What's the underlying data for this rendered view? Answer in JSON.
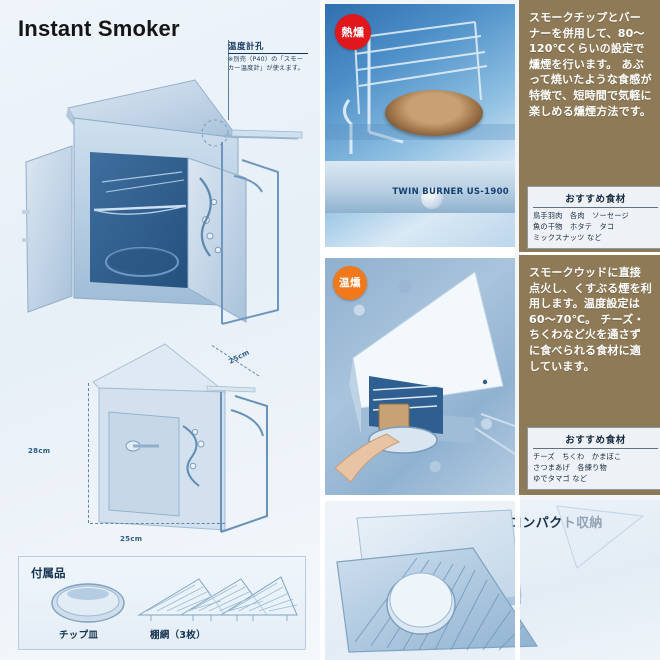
{
  "page": {
    "title": "Instant Smoker",
    "bg_color": "#f2f6fa"
  },
  "callout": {
    "name": "温度計孔",
    "note": "※別売（P40）の「スモーカー温度計」が使えます。"
  },
  "dimensions": {
    "depth": "25cm",
    "height": "28cm",
    "width": "25cm"
  },
  "accessories": {
    "title": "付属品",
    "items": [
      {
        "label": "チップ皿"
      },
      {
        "label": "棚網（3枚）"
      }
    ]
  },
  "panels": [
    {
      "badge": "熱燻",
      "badge_color": "#e0181d",
      "photo_caption": "TWIN BURNER US-1900",
      "text": "スモークチップとバーナーを併用して、80〜120℃くらいの設定で燻煙を行います。\nあぶって焼いたような食感が特徴で、短時間で気軽に楽しめる燻煙方法です。",
      "recommend": {
        "title": "おすすめ食材",
        "rows": [
          "鳥手羽肉　各肉　ソーセージ",
          "魚の干物　ホタテ　タコ",
          "ミックスナッツ など"
        ]
      }
    },
    {
      "badge": "温燻",
      "badge_color": "#f0791c",
      "photo_caption": "",
      "text": "スモークウッドに直接点火し、くすぶる煙を利用します。温度設定は60〜70℃。\nチーズ・ちくわなど火を通さずに食べられる食材に適しています。",
      "recommend": {
        "title": "おすすめ食材",
        "rows": [
          "チーズ　ちくわ　かまぼこ",
          "さつまあげ　各練り物",
          "ゆでタマゴ など"
        ]
      }
    }
  ],
  "storage": {
    "title": "コンパクト収納"
  }
}
